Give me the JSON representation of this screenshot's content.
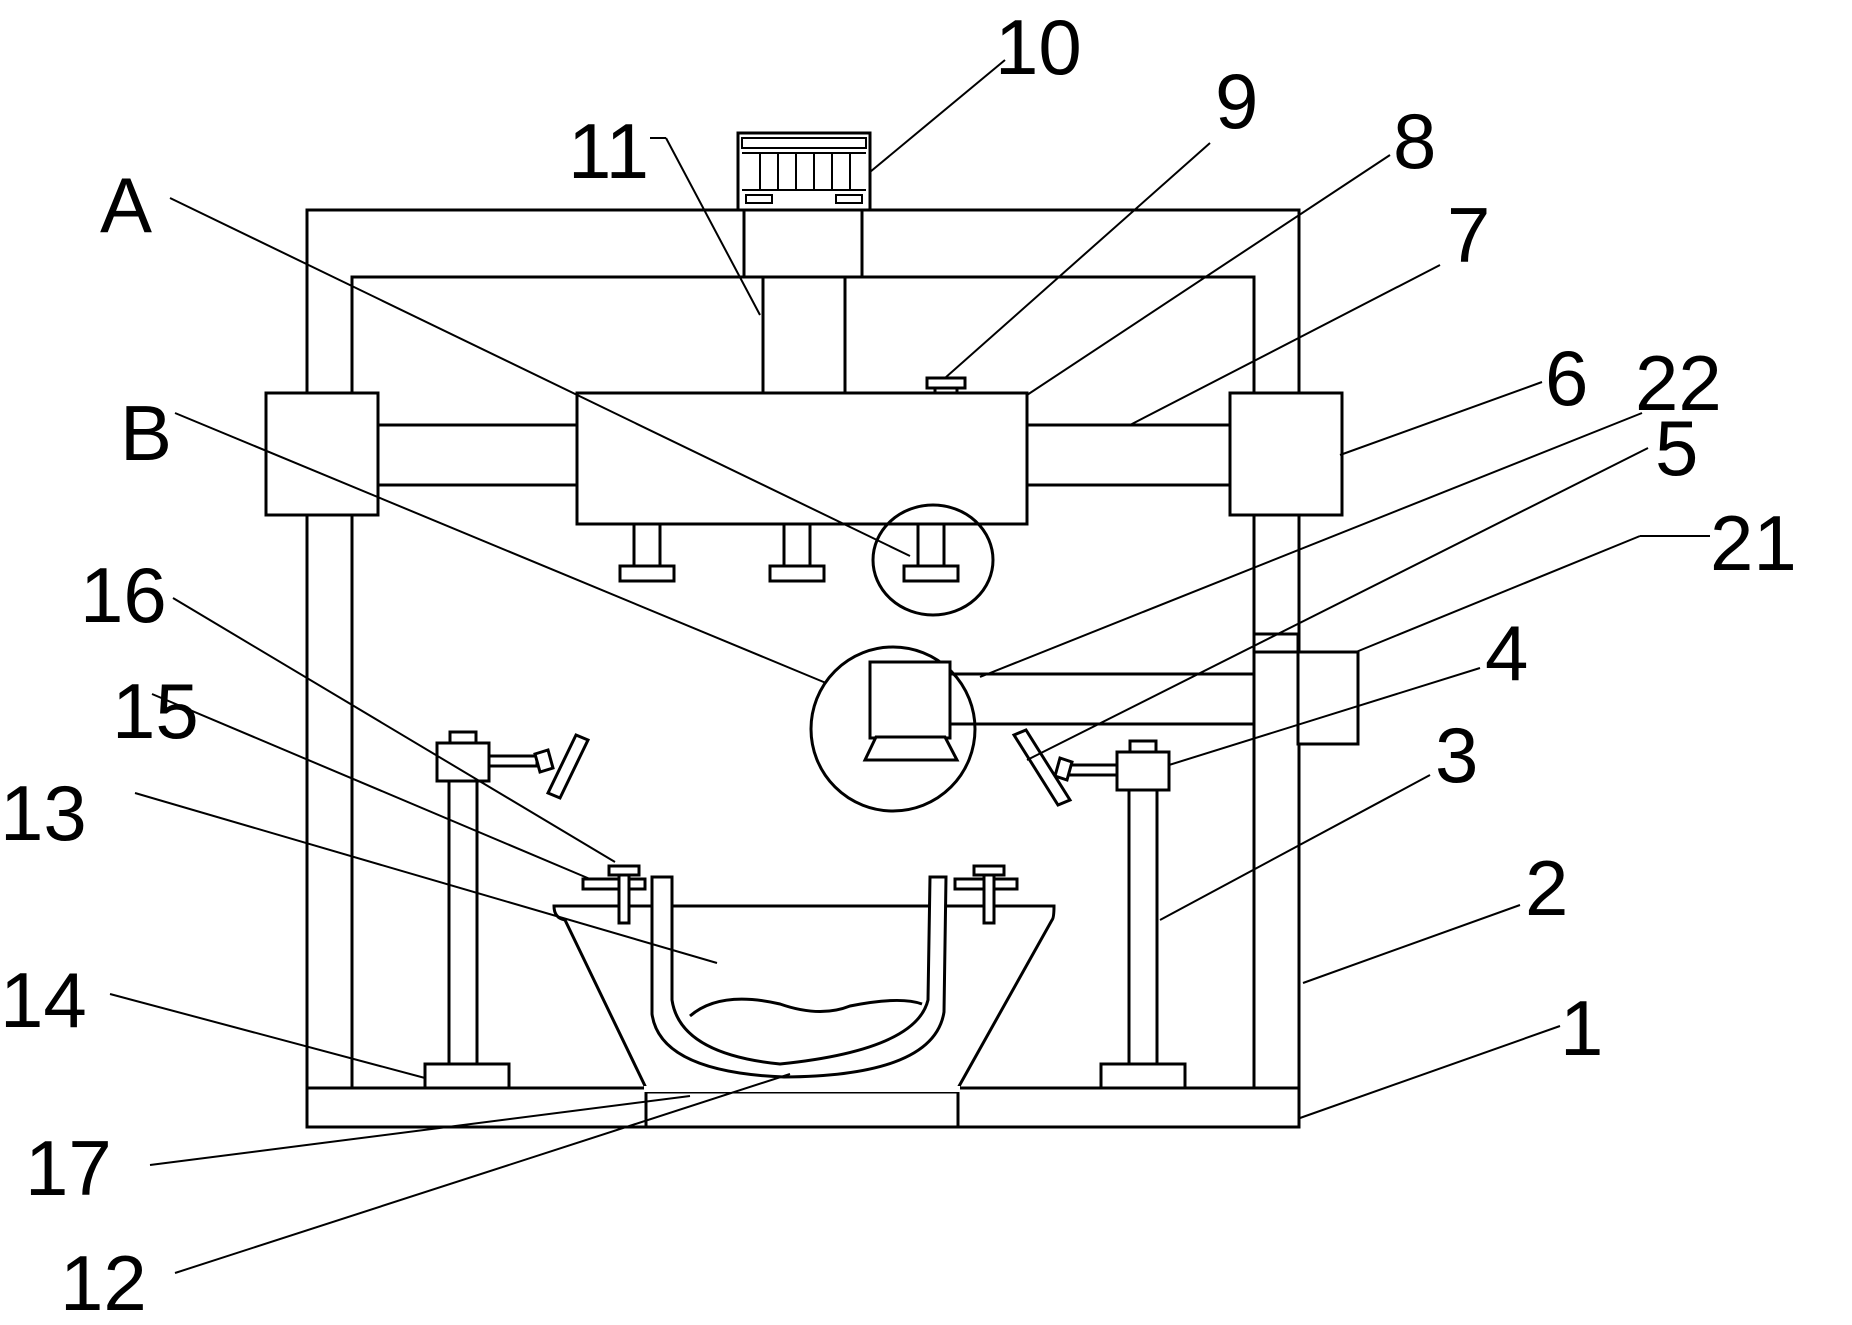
{
  "labels": {
    "n1": "1",
    "n2": "2",
    "n3": "3",
    "n4": "4",
    "n5": "5",
    "n6": "6",
    "n7": "7",
    "n8": "8",
    "n9": "9",
    "n10": "10",
    "n11": "11",
    "n12": "12",
    "n13": "13",
    "n14": "14",
    "n15": "15",
    "n16": "16",
    "n17": "17",
    "n21": "21",
    "n22": "22",
    "A": "A",
    "B": "B"
  }
}
